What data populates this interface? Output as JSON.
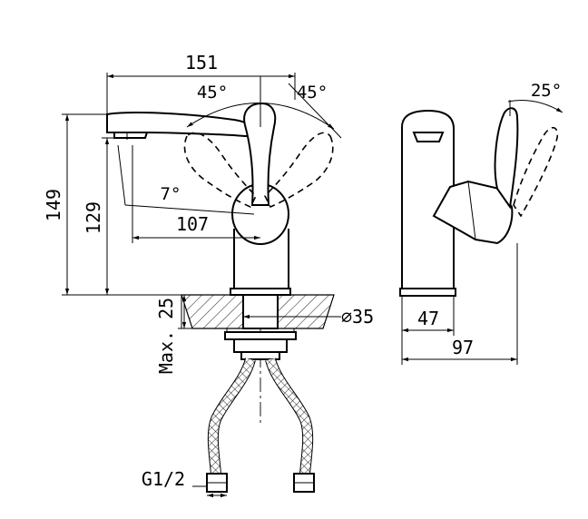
{
  "drawing": {
    "dimensions": {
      "overall_width": "151",
      "spout_reach": "107",
      "overall_height": "149",
      "spout_height": "129",
      "max_deck_thickness": "Max. 25",
      "hole_diameter": "∅35",
      "side_body_width": "47",
      "side_depth": "97",
      "connection_thread": "G1/2"
    },
    "angles": {
      "lever_left": "45°",
      "lever_right": "45°",
      "spout_tilt": "7°",
      "side_lever": "25°"
    }
  }
}
